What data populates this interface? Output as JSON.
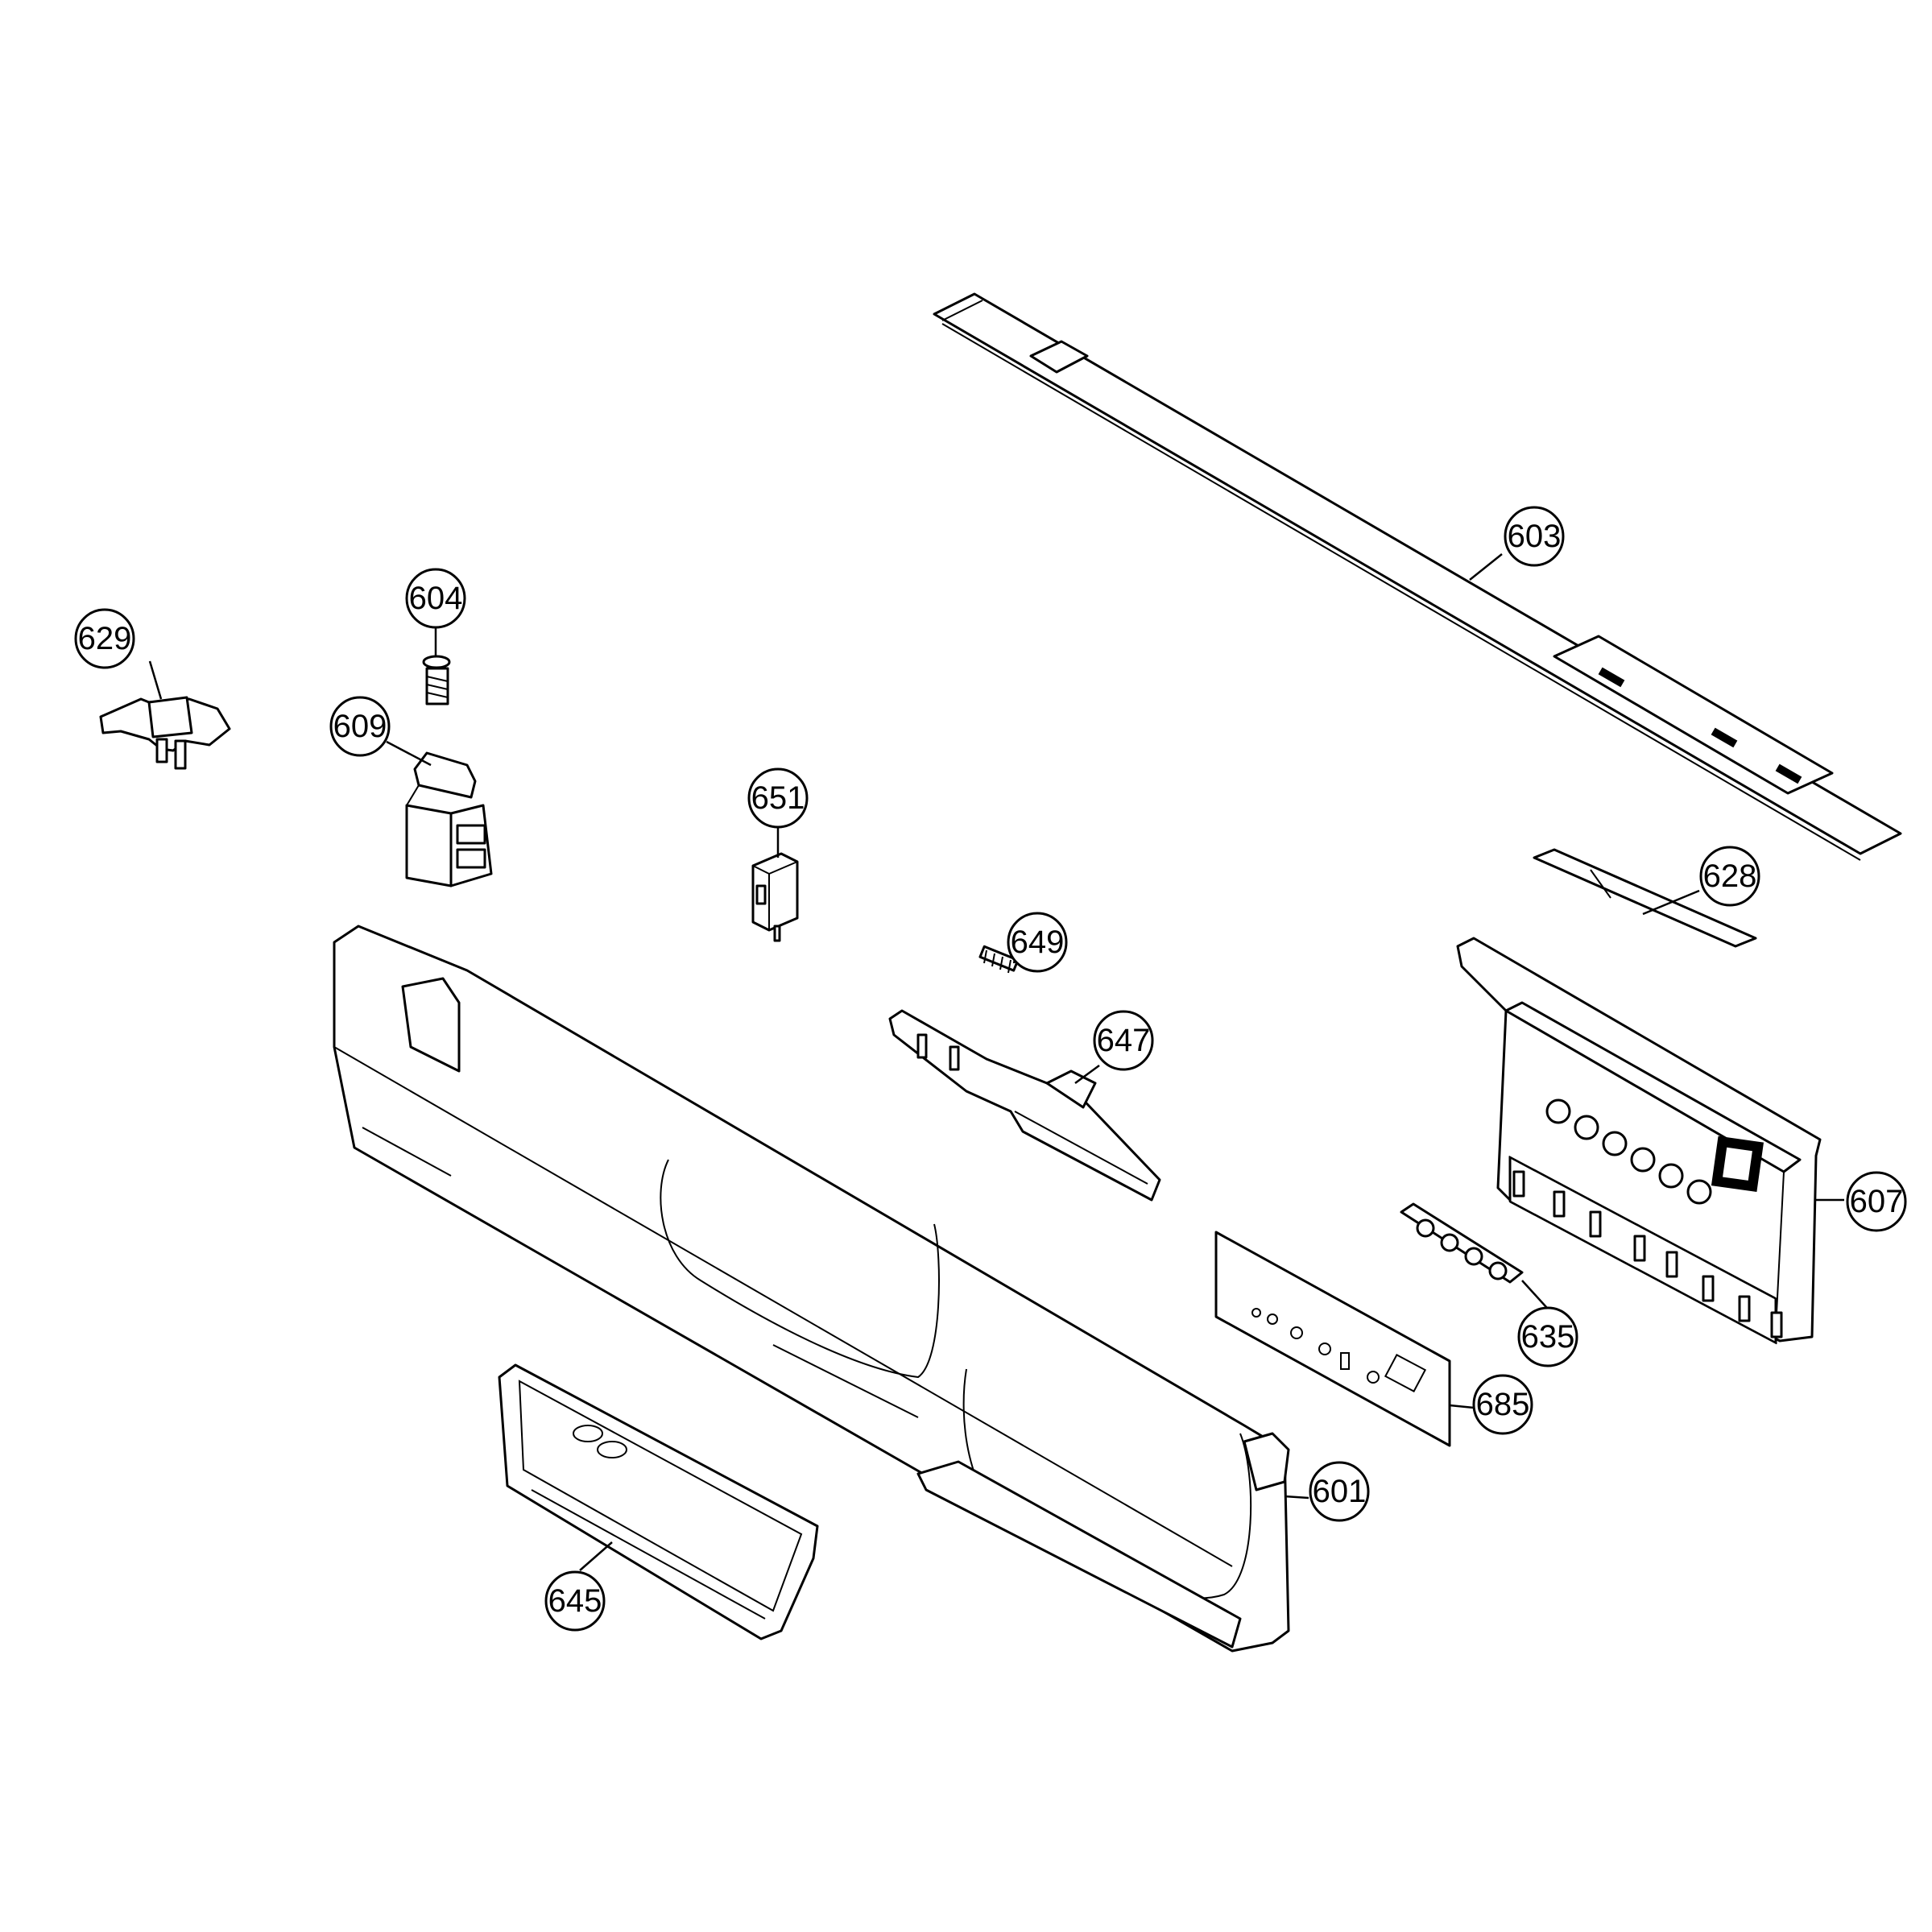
{
  "callouts": {
    "c603": "603",
    "c604": "604",
    "c629": "629",
    "c609": "609",
    "c651": "651",
    "c628": "628",
    "c649": "649",
    "c647": "647",
    "c607": "607",
    "c635": "635",
    "c685": "685",
    "c601": "601",
    "c645": "645"
  }
}
